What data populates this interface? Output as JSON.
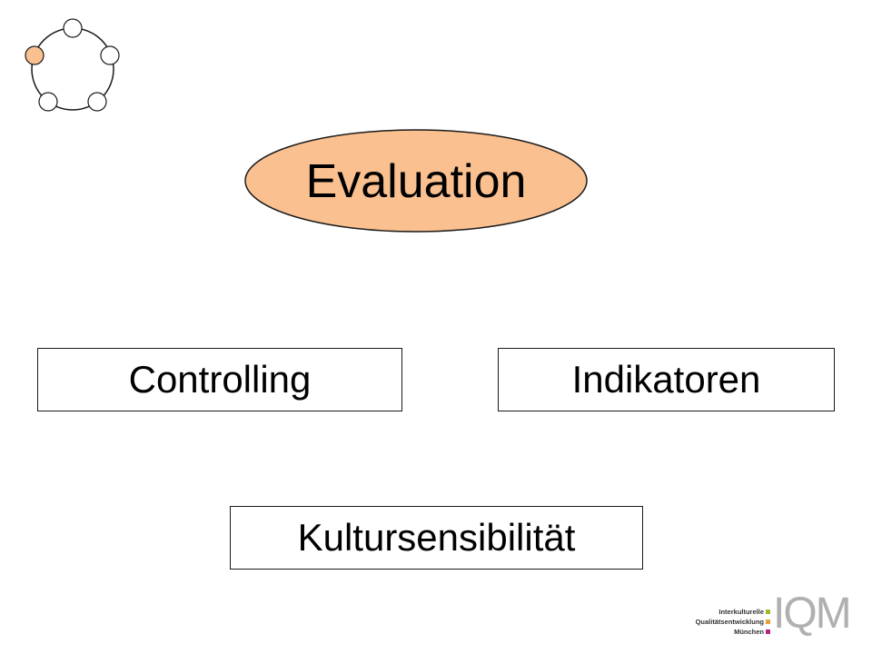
{
  "title": "Evaluation",
  "boxes": {
    "controlling": "Controlling",
    "indikatoren": "Indikatoren",
    "kultursensibilitaet": "Kultursensibilität"
  },
  "logo": {
    "line1": "Interkulturelle",
    "line2": "Qualitätsentwicklung",
    "line3": "München",
    "wordmark": "IQM"
  },
  "colors": {
    "accent": "#FAC090",
    "outline": "#000000",
    "logo_green": "#9BBB2A",
    "logo_orange": "#E8A33C",
    "logo_magenta": "#B0277A",
    "logo_gray": "#B0B0B0"
  },
  "icons": [
    "cycle-icon"
  ]
}
